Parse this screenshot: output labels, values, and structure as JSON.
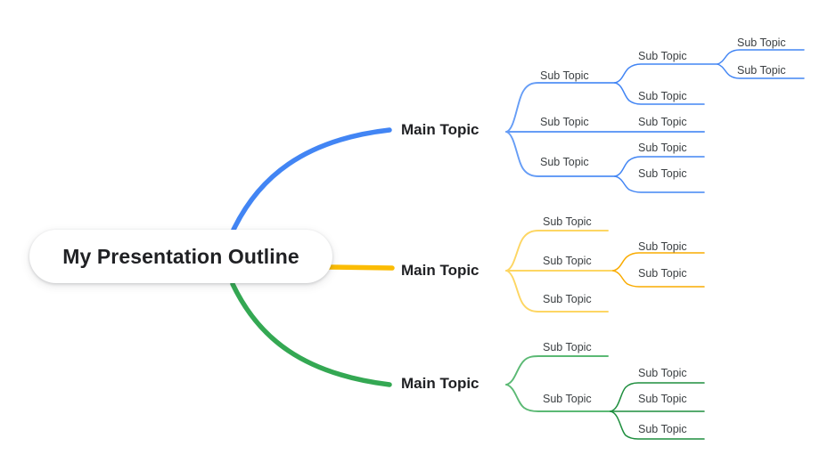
{
  "document": {
    "type": "mind-map",
    "background_color": "#ffffff"
  },
  "central_node": {
    "title": "My Presentation Outline",
    "shape": "rounded-rectangle",
    "fill": "#ffffff",
    "text_color": "#202124"
  },
  "branches": [
    {
      "id": "blue",
      "color": "#4285F4",
      "main_label": "Main Topic",
      "children": [
        {
          "label": "Sub Topic",
          "children": [
            {
              "label": "Sub Topic",
              "children": [
                {
                  "label": "Sub Topic",
                  "children": []
                },
                {
                  "label": "Sub Topic",
                  "children": []
                }
              ]
            },
            {
              "label": "Sub Topic",
              "children": []
            }
          ]
        },
        {
          "label": "Sub Topic",
          "children": [
            {
              "label": "Sub Topic",
              "children": []
            }
          ]
        },
        {
          "label": "Sub Topic",
          "children": [
            {
              "label": "Sub Topic",
              "children": []
            },
            {
              "label": "Sub Topic",
              "children": []
            }
          ]
        }
      ]
    },
    {
      "id": "yellow",
      "color": "#FBBC04",
      "main_label": "Main Topic",
      "children": [
        {
          "label": "Sub Topic",
          "children": []
        },
        {
          "label": "Sub Topic",
          "children": [
            {
              "label": "Sub Topic",
              "children": []
            },
            {
              "label": "Sub Topic",
              "children": []
            }
          ]
        },
        {
          "label": "Sub Topic",
          "children": []
        }
      ]
    },
    {
      "id": "green",
      "color": "#34A853",
      "main_label": "Main Topic",
      "children": [
        {
          "label": "Sub Topic",
          "children": []
        },
        {
          "label": "Sub Topic",
          "children": [
            {
              "label": "Sub Topic",
              "children": []
            },
            {
              "label": "Sub Topic",
              "children": []
            },
            {
              "label": "Sub Topic",
              "children": []
            }
          ]
        }
      ]
    }
  ],
  "labels": {
    "blue": {
      "main": "Main Topic",
      "s1": "Sub Topic",
      "s1_1": "Sub Topic",
      "s1_1_1": "Sub Topic",
      "s1_1_2": "Sub Topic",
      "s1_2": "Sub Topic",
      "s2": "Sub Topic",
      "s2_1": "Sub Topic",
      "s3": "Sub Topic",
      "s3_1": "Sub Topic",
      "s3_2": "Sub Topic"
    },
    "yellow": {
      "main": "Main Topic",
      "s1": "Sub Topic",
      "s2": "Sub Topic",
      "s2_1": "Sub Topic",
      "s2_2": "Sub Topic",
      "s3": "Sub Topic"
    },
    "green": {
      "main": "Main Topic",
      "s1": "Sub Topic",
      "s2": "Sub Topic",
      "s2_1": "Sub Topic",
      "s2_2": "Sub Topic",
      "s2_3": "Sub Topic"
    }
  }
}
